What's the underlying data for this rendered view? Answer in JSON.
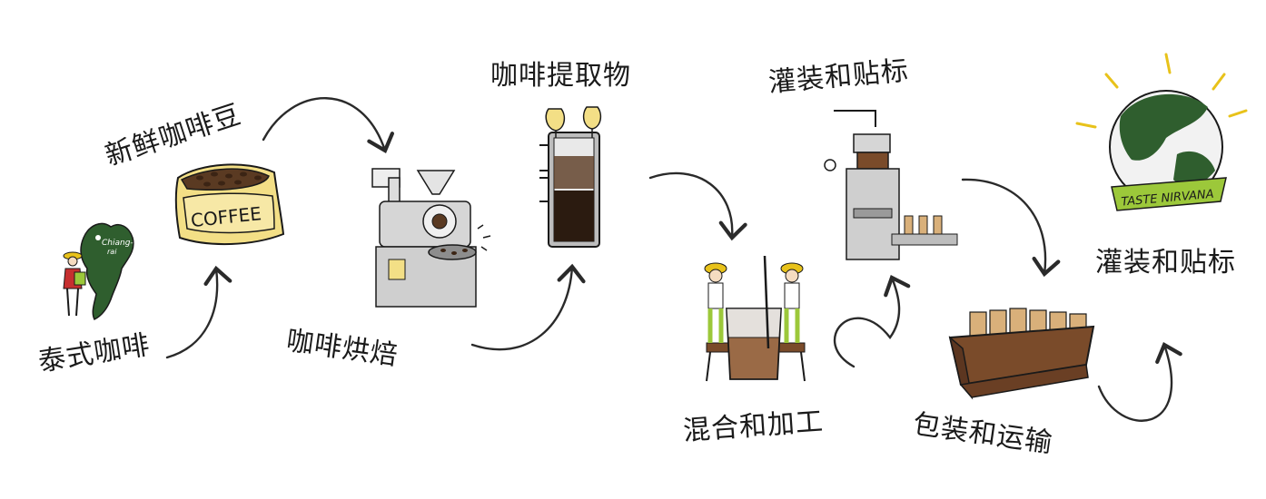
{
  "steps": [
    {
      "label": "泰式咖啡",
      "illustration": "thailand-map-farmer"
    },
    {
      "label": "新鲜咖啡豆",
      "illustration": "coffee-bean-sack"
    },
    {
      "label": "咖啡烘焙",
      "illustration": "coffee-roaster-machine"
    },
    {
      "label": "咖啡提取物",
      "illustration": "coffee-press"
    },
    {
      "label": "混合和加工",
      "illustration": "workers-mixing-vat"
    },
    {
      "label": "灌装和贴标",
      "illustration": "bottling-machine"
    },
    {
      "label": "包装和运输",
      "illustration": "crate-of-bottles"
    },
    {
      "label": "灌装和贴标",
      "illustration": "globe-badge"
    }
  ],
  "illustrations": {
    "map_label_line1": "Chiang-",
    "map_label_line2": "rai",
    "sack_label": "COFFEE",
    "globe_banner": "TASTE NIRVANA"
  },
  "colors": {
    "ink": "#1a1a1a",
    "green": "#2f5e2e",
    "bright_green": "#9cc83a",
    "kraft": "#f3df86",
    "bean": "#5a3a22",
    "metal": "#cfcfcf",
    "wood": "#7a4b2a",
    "sun_ray": "#e8c21a"
  }
}
